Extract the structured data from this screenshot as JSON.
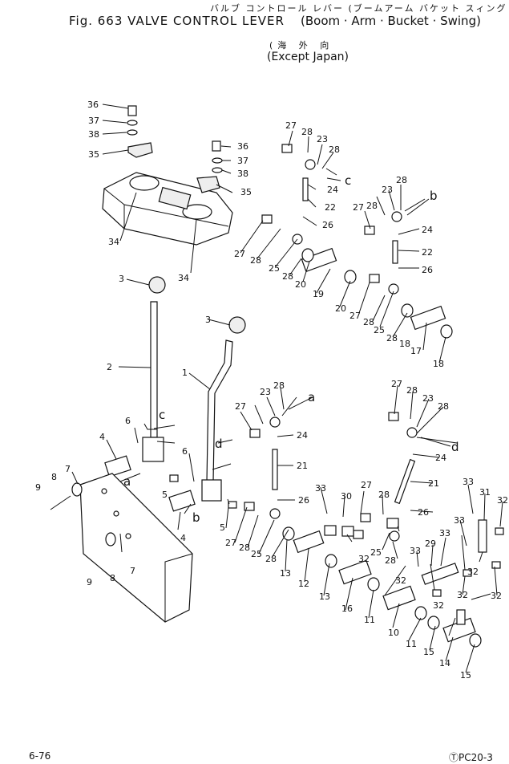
{
  "header": {
    "jp_title": "バルブ コントロール レバー (ブームアーム バケット スィング",
    "title": "Fig. 663 VALVE CONTROL LEVER",
    "title_paren": "(Boom · Arm · Bucket · Swing)",
    "jp_region": "(海 外 向",
    "region": "(Except Japan)"
  },
  "footer": {
    "page_number": "6-76",
    "model_code": "ⓉPC20-3"
  },
  "callout_numbers": [
    "36",
    "37",
    "38",
    "35",
    "34",
    "36",
    "37",
    "38",
    "35",
    "34",
    "3",
    "3",
    "2",
    "1",
    "6",
    "6",
    "4",
    "4",
    "c",
    "d",
    "a",
    "b",
    "5",
    "5",
    "7",
    "7",
    "8",
    "8",
    "9",
    "9",
    "27",
    "28",
    "23",
    "28",
    "c",
    "24",
    "22",
    "26",
    "27",
    "28",
    "25",
    "28",
    "20",
    "19",
    "20",
    "28",
    "23",
    "27",
    "b",
    "24",
    "22",
    "26",
    "27",
    "28",
    "25",
    "28",
    "18",
    "17",
    "18",
    "28",
    "a",
    "23",
    "28",
    "27",
    "24",
    "21",
    "26",
    "27",
    "28",
    "25",
    "28",
    "13",
    "12",
    "13",
    "16",
    "11",
    "10",
    "11",
    "15",
    "14",
    "15",
    "33",
    "30",
    "28",
    "27",
    "32",
    "25",
    "28",
    "27",
    "28",
    "23",
    "28",
    "d",
    "24",
    "21",
    "26",
    "29",
    "33",
    "33",
    "33",
    "33",
    "31",
    "32",
    "32",
    "32",
    "32",
    "32",
    "32"
  ],
  "reference_letters": [
    "a",
    "b",
    "c",
    "d"
  ]
}
